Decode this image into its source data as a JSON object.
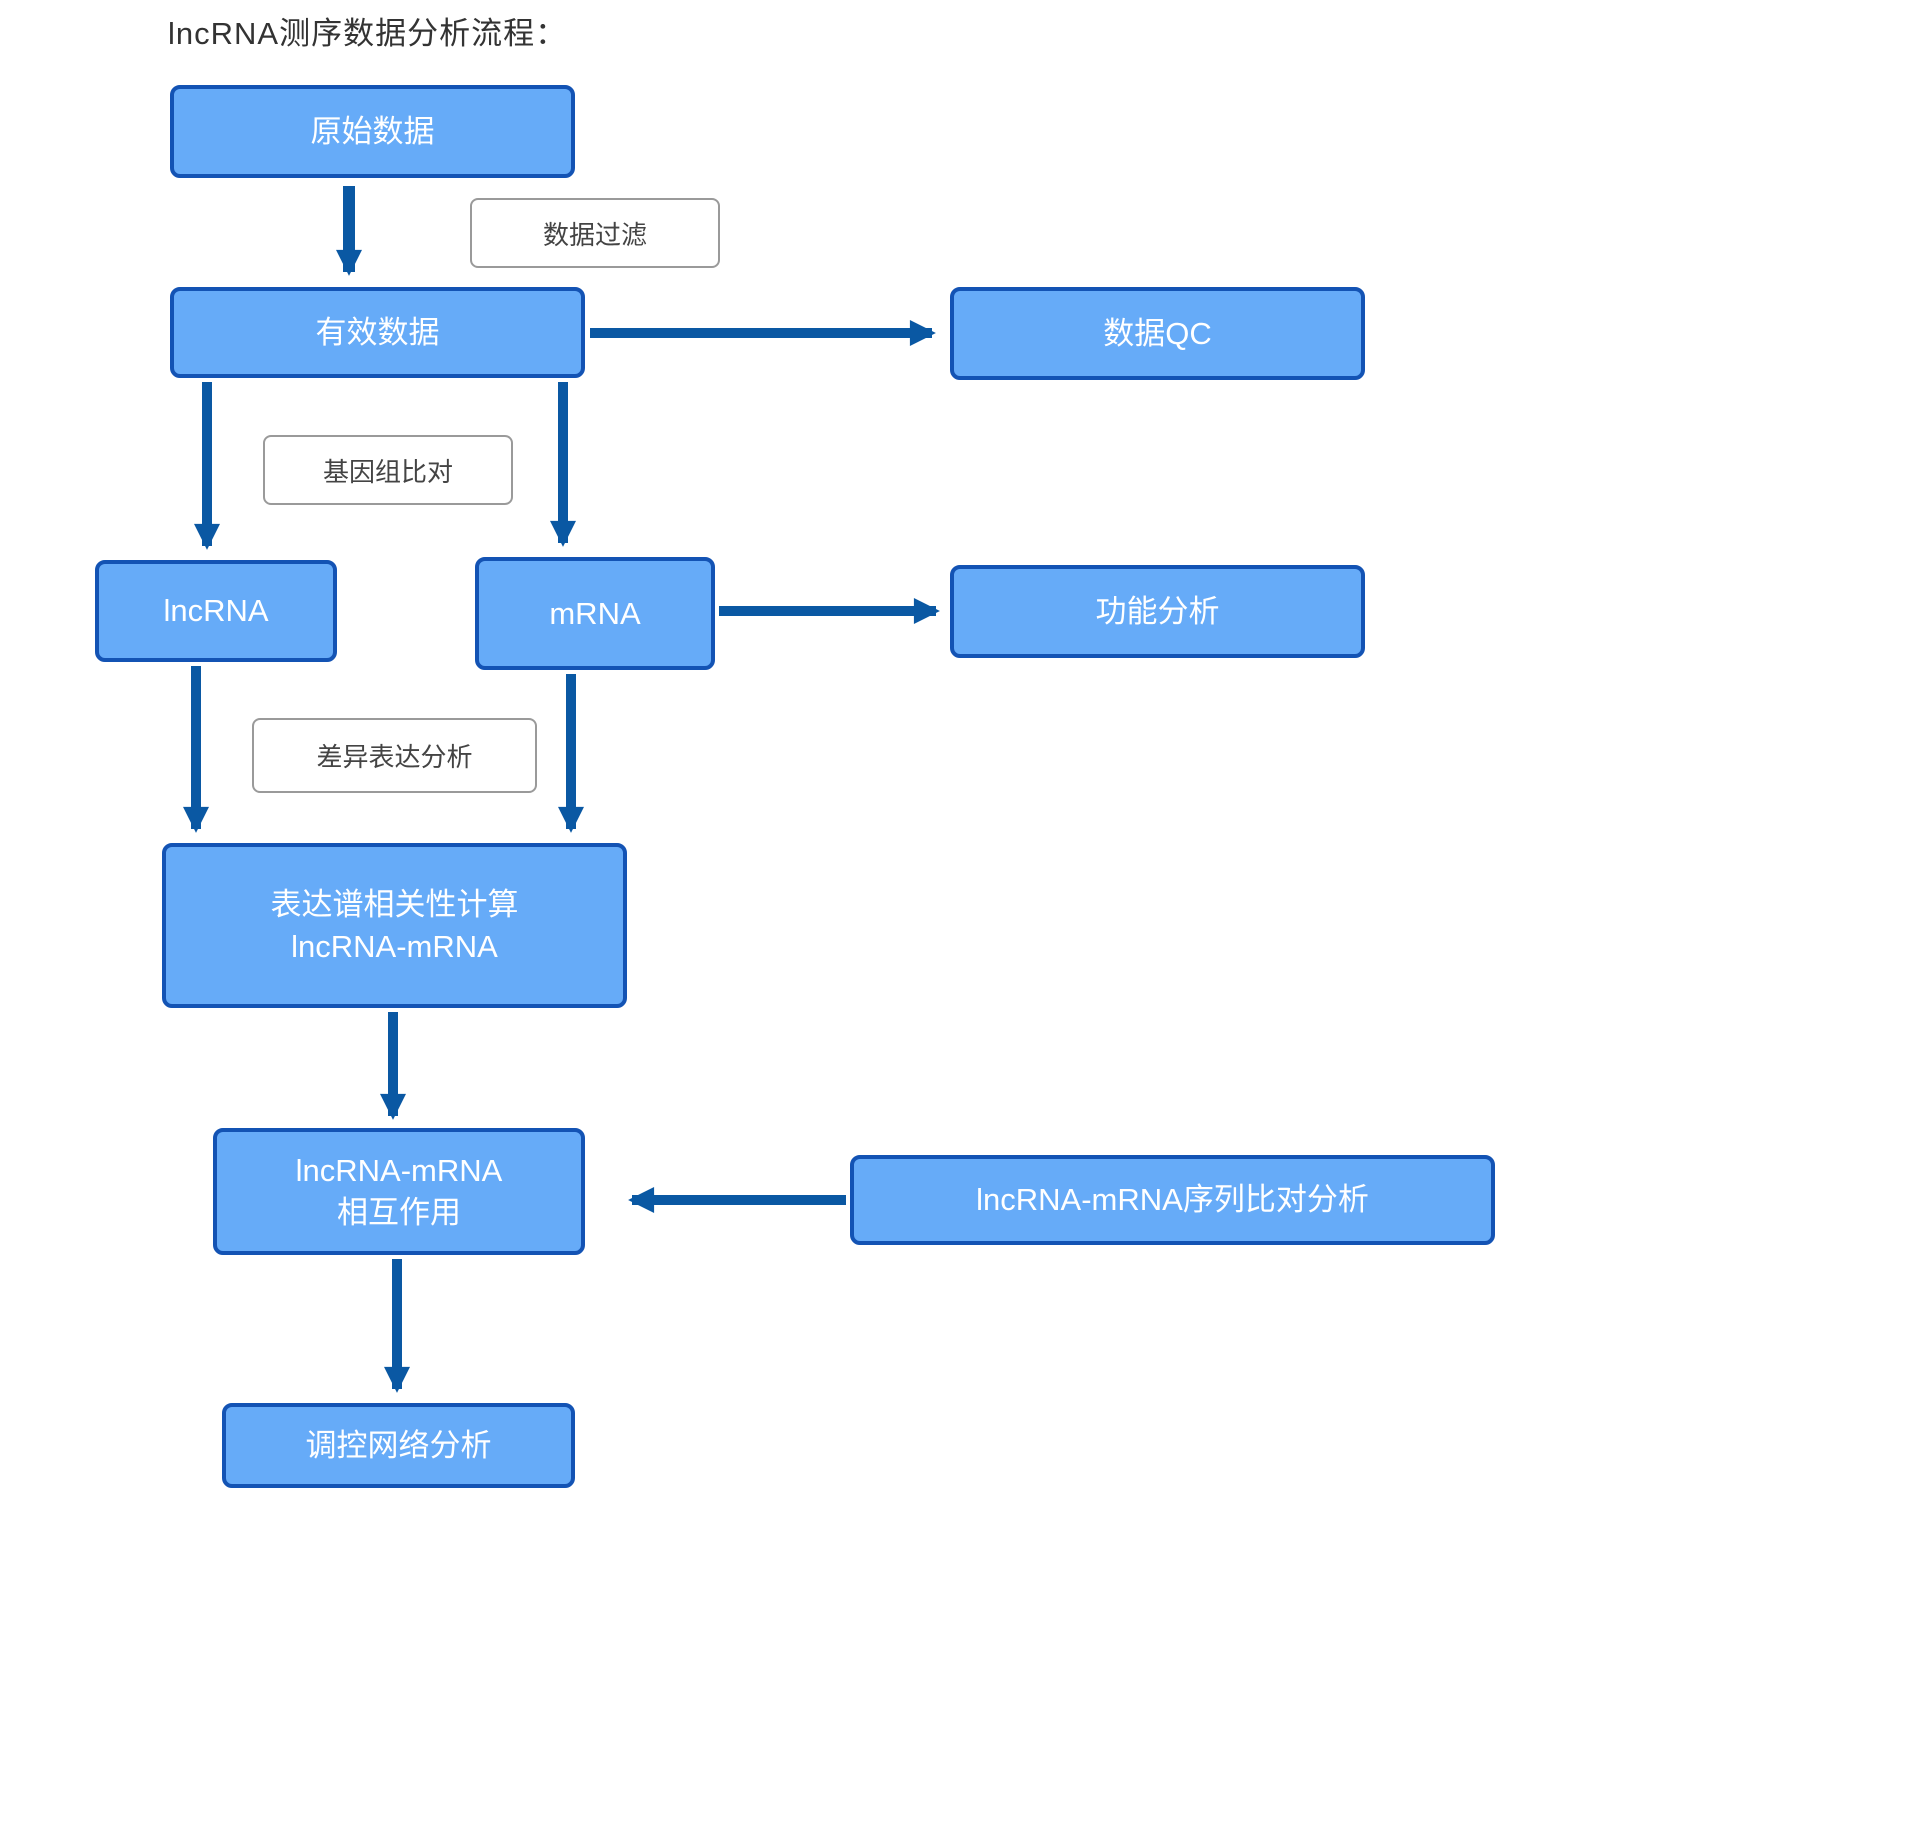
{
  "title": "lncRNA测序数据分析流程：",
  "nodes": {
    "raw_data": {
      "label": "原始数据"
    },
    "valid_data": {
      "label": "有效数据"
    },
    "data_qc": {
      "label": "数据QC"
    },
    "lncrna": {
      "label": "lncRNA"
    },
    "mrna": {
      "label": "mRNA"
    },
    "functional_analysis": {
      "label": "功能分析"
    },
    "correlation": {
      "line1": "表达谱相关性计算",
      "line2": "lncRNA-mRNA"
    },
    "interaction": {
      "line1": "lncRNA-mRNA",
      "line2": "相互作用"
    },
    "seq_alignment": {
      "label": "lncRNA-mRNA序列比对分析"
    },
    "network_analysis": {
      "label": "调控网络分析"
    }
  },
  "edge_labels": {
    "data_filter": "数据过滤",
    "genome_alignment": "基因组比对",
    "diff_expression": "差异表达分析"
  },
  "colors": {
    "node_fill": "#66abf8",
    "node_border": "#1353b4",
    "node_text": "#ffffff",
    "arrow": "#0a58a3",
    "label_border": "#9a9a9a",
    "label_text": "#444444"
  }
}
